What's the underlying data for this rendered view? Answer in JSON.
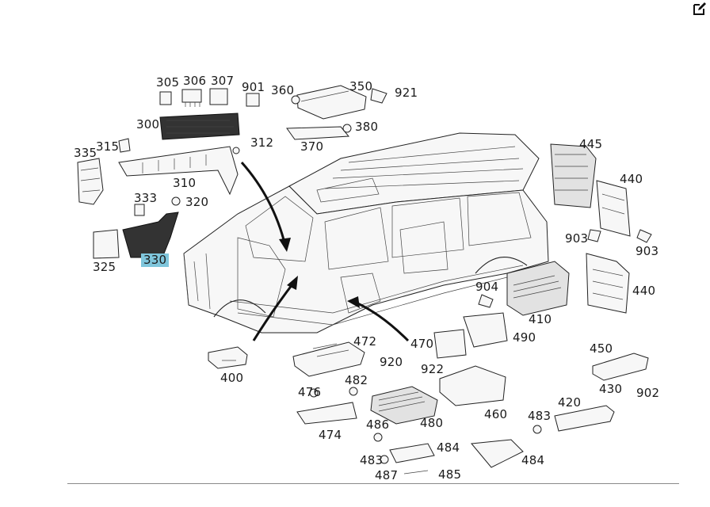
{
  "callouts": {
    "c305": "305",
    "c306": "306",
    "c307": "307",
    "c901a": "901",
    "c360": "360",
    "c350": "350",
    "c921": "921",
    "c300": "300",
    "c380": "380",
    "c370": "370",
    "c335": "335",
    "c315": "315",
    "c312": "312",
    "c310": "310",
    "c333": "333",
    "c320": "320",
    "c325": "325",
    "c330": "330",
    "c445": "445",
    "c440a": "440",
    "c903a": "903",
    "c903b": "903",
    "c440b": "440",
    "c904": "904",
    "c410": "410",
    "c490": "490",
    "c470": "470",
    "c472": "472",
    "c400": "400",
    "c450": "450",
    "c920": "920",
    "c922": "922",
    "c430": "430",
    "c902": "902",
    "c476": "476",
    "c482": "482",
    "c420": "420",
    "c460": "460",
    "c480": "480",
    "c483a": "483",
    "c486": "486",
    "c474": "474",
    "c483b": "483",
    "c484a": "484",
    "c484b": "484",
    "c487": "487",
    "c485": "485"
  },
  "selected_callout": "330",
  "toolbar": {
    "edit_icon": "edit-icon"
  }
}
